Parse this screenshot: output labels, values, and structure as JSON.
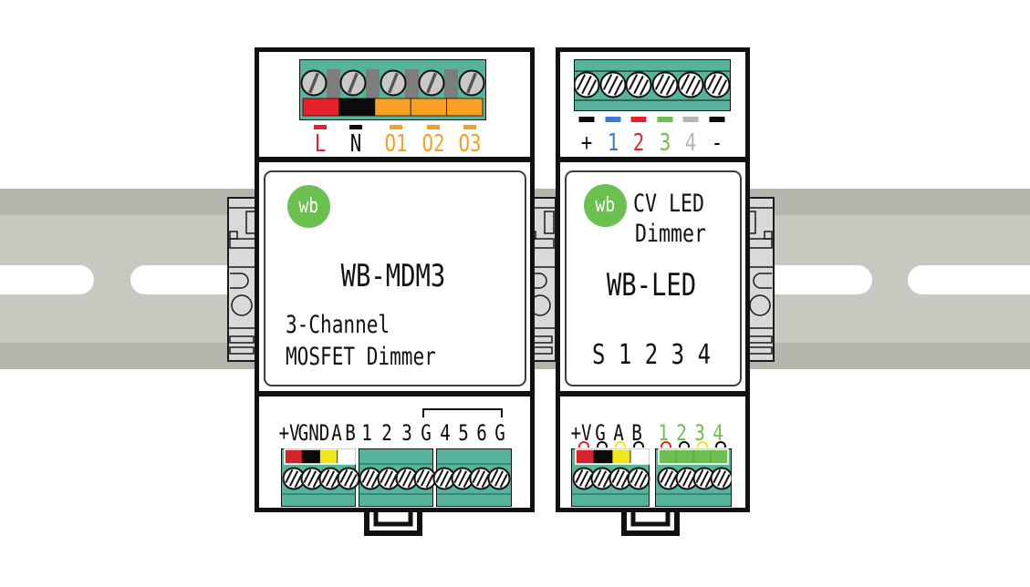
{
  "colors": {
    "terminal_green": "#56b49c",
    "accent_green": "#6cc04f",
    "orange": "#f7a021",
    "red": "#e8202a",
    "yellow": "#efe719",
    "blue": "#3a7ad9",
    "gray": "#b5b5b5",
    "rail": "#c9c8c0",
    "rail_shade": "#b6b5ad",
    "clip": "#d9d9d9"
  },
  "devices": [
    {
      "logo": "wb",
      "title": "WB-MDM3",
      "subtitle_line1": "3-Channel",
      "subtitle_line2": "MOSFET Dimmer",
      "top_terminals": [
        {
          "label": "L",
          "color": "#e8202a"
        },
        {
          "label": "N",
          "color": "#0b0b0b"
        },
        {
          "label": "O1",
          "color": "#f7a021"
        },
        {
          "label": "O2",
          "color": "#f7a021"
        },
        {
          "label": "O3",
          "color": "#f7a021"
        }
      ],
      "top_strip": [
        "#e8202a",
        "#0b0b0b",
        "#f7a021",
        "#f7a021",
        "#f7a021"
      ],
      "bottom_terminals": [
        {
          "label": "+V",
          "color": "#0b0b0b"
        },
        {
          "label": "GND",
          "color": "#0b0b0b"
        },
        {
          "label": "A",
          "color": "#0b0b0b"
        },
        {
          "label": "B",
          "color": "#0b0b0b"
        },
        {
          "label": "1",
          "color": "#0b0b0b"
        },
        {
          "label": "2",
          "color": "#0b0b0b"
        },
        {
          "label": "3",
          "color": "#0b0b0b"
        },
        {
          "label": "G",
          "color": "#0b0b0b"
        },
        {
          "label": "4",
          "color": "#0b0b0b"
        },
        {
          "label": "5",
          "color": "#0b0b0b"
        },
        {
          "label": "6",
          "color": "#0b0b0b"
        },
        {
          "label": "G",
          "color": "#0b0b0b"
        }
      ],
      "bottom_strip": [
        "#d6232b",
        "#0b0b0b",
        "#efe719",
        "#ffffff"
      ]
    },
    {
      "logo": "wb",
      "type_line1": "CV LED",
      "type_line2": "Dimmer",
      "title": "WB-LED",
      "channel_row": "S 1 2 3 4",
      "top_terminals": [
        {
          "label": "+",
          "color": "#0b0b0b"
        },
        {
          "label": "1",
          "color": "#3a7ad9"
        },
        {
          "label": "2",
          "color": "#e8202a"
        },
        {
          "label": "3",
          "color": "#6cc04f"
        },
        {
          "label": "4",
          "color": "#b5b5b5"
        },
        {
          "label": "-",
          "color": "#0b0b0b"
        }
      ],
      "bottom_terminals": [
        {
          "label": "+V",
          "color": "#0b0b0b"
        },
        {
          "label": "G",
          "color": "#0b0b0b"
        },
        {
          "label": "A",
          "color": "#0b0b0b"
        },
        {
          "label": "B",
          "color": "#0b0b0b"
        },
        {
          "label": "1",
          "color": "#6cc04f"
        },
        {
          "label": "2",
          "color": "#6cc04f"
        },
        {
          "label": "3",
          "color": "#6cc04f"
        },
        {
          "label": "4",
          "color": "#6cc04f"
        }
      ],
      "bottom_marks": [
        "#e8202a",
        "#0b0b0b",
        "#efe719",
        "#0b0b0b",
        "#e8202a",
        "#0b0b0b",
        "#efe719",
        "#0b0b0b"
      ],
      "bottom_strip1": [
        "#d6232b",
        "#0b0b0b",
        "#efe719",
        "#ffffff"
      ],
      "bottom_strip2": [
        "#6cc04f",
        "#6cc04f",
        "#6cc04f",
        "#6cc04f"
      ]
    }
  ]
}
